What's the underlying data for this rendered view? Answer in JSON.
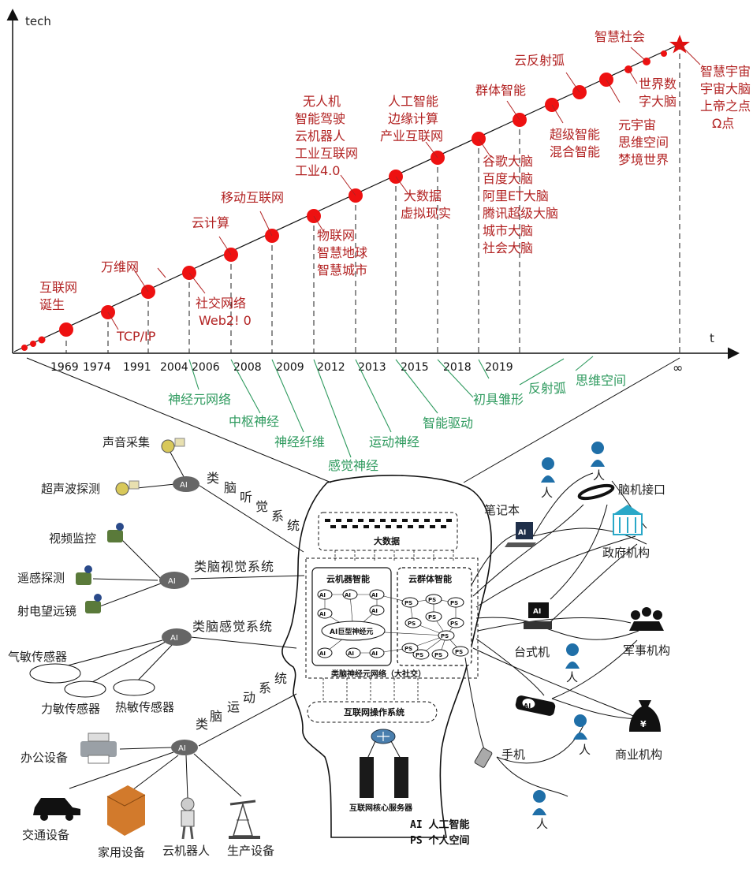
{
  "axes": {
    "y_label": "tech",
    "x_label": "t"
  },
  "years": [
    "1969",
    "1974",
    "1991",
    "2004",
    "2006",
    "2008",
    "2009",
    "2012",
    "2013",
    "2015",
    "2018",
    "2019"
  ],
  "infinity": "∞",
  "milestones": [
    {
      "lines": [
        "互联网",
        "诞生"
      ]
    },
    {
      "lines": [
        "TCP/IP"
      ]
    },
    {
      "lines": [
        "万维网"
      ]
    },
    {
      "lines": [
        "社交网络",
        "Web2! 0"
      ]
    },
    {
      "lines": [
        "云计算"
      ]
    },
    {
      "lines": [
        "移动互联网"
      ]
    },
    {
      "lines": [
        "物联网",
        "智慧地球",
        "智慧城市"
      ]
    },
    {
      "lines": [
        "无人机",
        "智能驾驶",
        "云机器人",
        "工业互联网",
        "工业4.0"
      ]
    },
    {
      "lines": [
        "大数据",
        "虚拟现实"
      ]
    },
    {
      "lines": [
        "人工智能",
        "边缘计算",
        "产业互联网"
      ]
    },
    {
      "lines": [
        "谷歌大脑",
        "百度大脑",
        "阿里ET大脑",
        "腾讯超级大脑",
        "城市大脑",
        "社会大脑"
      ]
    },
    {
      "lines": [
        "群体智能"
      ]
    },
    {
      "lines": [
        "超级智能",
        "混合智能"
      ]
    },
    {
      "lines": [
        "云反射弧"
      ]
    },
    {
      "lines": [
        "元宇宙",
        "思维空间",
        "梦境世界"
      ]
    },
    {
      "lines": [
        "世界数",
        "字大脑"
      ]
    },
    {
      "lines": [
        "智慧社会"
      ]
    },
    {
      "lines": [
        "智慧宇宙",
        "宇宙大脑",
        "上帝之点",
        "Ω点"
      ]
    }
  ],
  "stages": [
    "神经元网络",
    "中枢神经",
    "神经纤维",
    "感觉神经",
    "运动神经",
    "智能驱动",
    "初具雏形",
    "反射弧",
    "思维空间"
  ],
  "left_devices": {
    "hearing": [
      "声音采集",
      "超声波探测"
    ],
    "vision": [
      "视频监控",
      "遥感探测",
      "射电望远镜"
    ],
    "sensing": [
      "气敏传感器",
      "力敏传感器",
      "热敏传感器"
    ],
    "motion": [
      "办公设备",
      "交通设备",
      "家用设备",
      "云机器人",
      "生产设备"
    ]
  },
  "systems": {
    "hearing": [
      "类",
      "脑",
      "听",
      "觉",
      "系",
      "统"
    ],
    "vision": "类脑视觉系统",
    "sensing": "类脑感觉系统",
    "motion": [
      "类",
      "脑",
      "运",
      "动",
      "系",
      "统"
    ]
  },
  "ai": "AI",
  "ps": "PS",
  "brain": {
    "big_data": "大数据",
    "cloud_robot": "云机器智能",
    "cloud_group": "云群体智能",
    "giant_neuron": "AI巨型神经元",
    "network": "类脑神经元网络（大社交）",
    "os": "互联网操作系统",
    "servers": "互联网核心服务器"
  },
  "right_nodes": {
    "person": "人",
    "laptop": "笔记本",
    "bci": "脑机接口",
    "gov": "政府机构",
    "desktop": "台式机",
    "military": "军事机构",
    "phone": "手机",
    "business": "商业机构"
  },
  "legend": [
    "AI  人工智能",
    "PS  个人空间"
  ],
  "colors": {
    "accent_red": "#b22222",
    "node_red": "#ee1111",
    "green": "#2e9a5e",
    "person_blue": "#1f6fa8"
  }
}
